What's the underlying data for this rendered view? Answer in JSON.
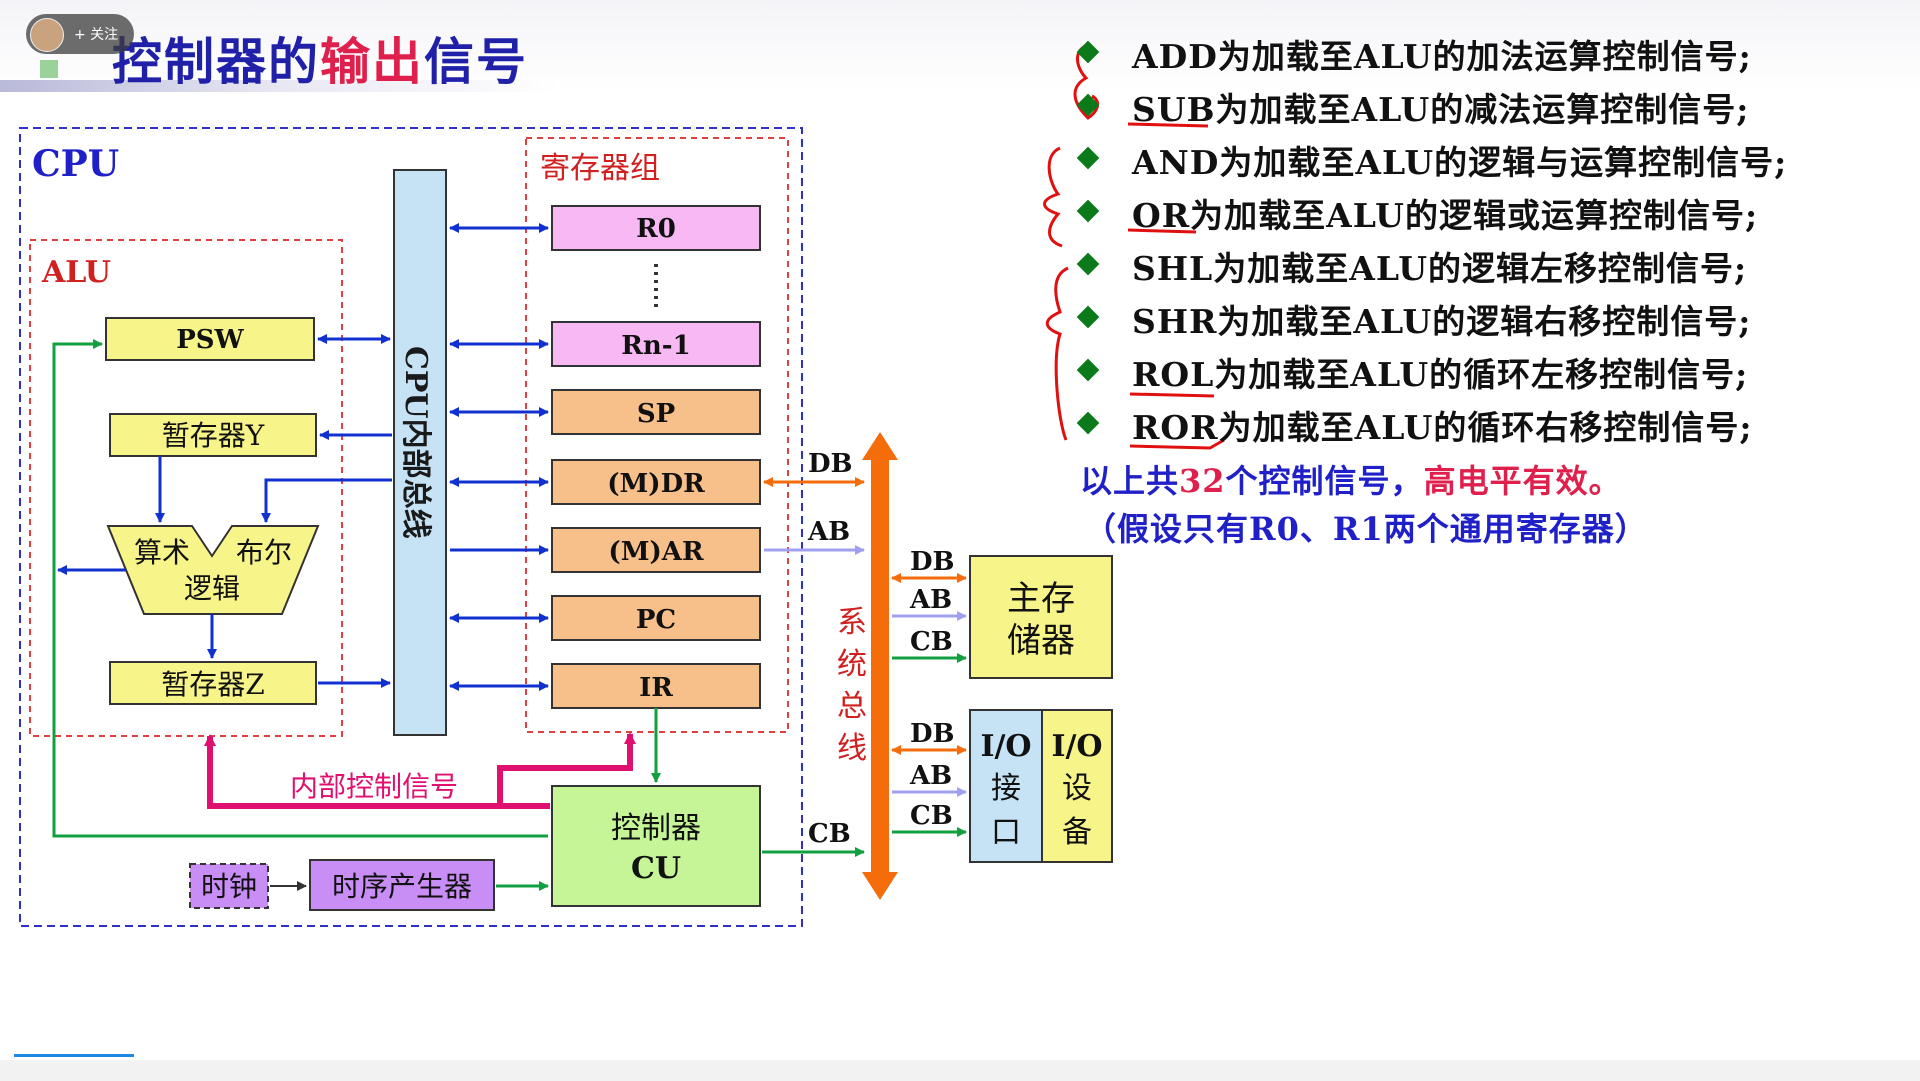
{
  "follow_label": "+ 关注",
  "title": {
    "part1": "控制器的",
    "part2": "输出",
    "part3": "信号"
  },
  "diagram": {
    "cpu": "CPU",
    "alu": "ALU",
    "reg_group": "寄存器组",
    "bus": "CPU内部总线",
    "psw": "PSW",
    "tmp_y": "暂存器Y",
    "tmp_z": "暂存器Z",
    "alu_left": "算术",
    "alu_right": "布尔",
    "alu_bottom": "逻辑",
    "r0": "R0",
    "rn1": "Rn-1",
    "sp": "SP",
    "mdr": "(M)DR",
    "mar": "(M)AR",
    "pc": "PC",
    "ir": "IR",
    "internal_ctrl": "内部控制信号",
    "cu_line1": "控制器",
    "cu_line2": "CU",
    "clock": "时钟",
    "timing": "时序产生器",
    "sysbus": [
      "系",
      "统",
      "总",
      "线"
    ],
    "db": "DB",
    "ab": "AB",
    "cb": "CB",
    "mem1": "主存",
    "mem2": "储器",
    "io_if": [
      "I/O",
      "接",
      "口"
    ],
    "io_dev": [
      "I/O",
      "设",
      "备"
    ]
  },
  "bullets": [
    "ADD为加载至ALU的加法运算控制信号;",
    "SUB为加载至ALU的减法运算控制信号;",
    "AND为加载至ALU的逻辑与运算控制信号;",
    "OR为加载至ALU的逻辑或运算控制信号;",
    "SHL为加载至ALU的逻辑左移控制信号;",
    "SHR为加载至ALU的逻辑右移控制信号;",
    "ROL为加载至ALU的循环左移控制信号;",
    "ROR为加载至ALU的循环右移控制信号;"
  ],
  "note": {
    "prefix": "以上共",
    "count": "32",
    "mid": "个控制信号，",
    "active": "高电平有效。",
    "assume": "（假设只有R0、R1两个通用寄存器）"
  },
  "colors": {
    "title_blue": "#2020a8",
    "highlight_red": "#e0204c",
    "bus_blue": "#c6e2f5",
    "reg_pink": "#f8b8f4",
    "reg_orange": "#f7c08a",
    "alu_yellow": "#f7f58a",
    "cu_green": "#c6f598",
    "clock_purple": "#c98ef5",
    "sysbus_orange": "#f56c0a",
    "arrow_blue": "#1030d0",
    "arrow_green": "#10a040",
    "arrow_pink": "#e01070",
    "arrow_lavender": "#a0a0f0",
    "bullet_green": "#0a7a1a"
  }
}
